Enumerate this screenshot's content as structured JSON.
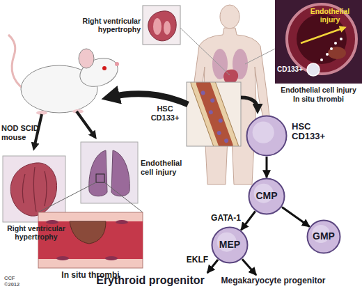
{
  "diagram": {
    "nodes": [
      {
        "text": [
          "HSC CD133+"
        ]
      },
      {
        "text": [
          "CMP"
        ]
      },
      {
        "text": [
          "MEP"
        ]
      },
      {
        "text": [
          "GMP"
        ]
      },
      {
        "text": [
          "Erythroid progenitor"
        ]
      },
      {
        "text": [
          "Megakaryocyte progenitor"
        ]
      }
    ],
    "edges": [
      {
        "from": 0,
        "to": 1,
        "arrow": "to"
      },
      {
        "from": 1,
        "to": 2,
        "label": "GATA-1",
        "arrow": "to"
      },
      {
        "from": 1,
        "to": 3,
        "arrow": "to"
      },
      {
        "from": 2,
        "to": 4,
        "label": "EKLF",
        "arrow": "to"
      },
      {
        "from": 2,
        "to": 5,
        "arrow": "to"
      }
    ],
    "labels": [
      "Right ventricular hypertrophy",
      "Endothelial injury",
      "CD133+",
      "Endothelial cell injury",
      "In situ thrombi",
      "NOD SCID mouse",
      "HSC CD133+",
      "Right ventricular hypertrophy",
      "Endothelial cell injury",
      "In situ thrombi",
      "CCF ©2012"
    ]
  }
}
